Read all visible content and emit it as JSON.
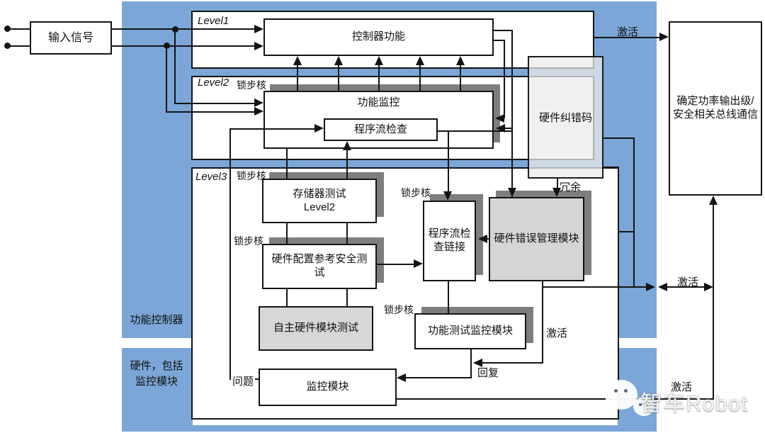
{
  "watermark": {
    "text": "智车Robot"
  },
  "colors": {
    "blue": "#7BA6D7",
    "shadow_gray": "#7E7E7E",
    "box_gray": "#D7D7D7",
    "ecc_fill": "#E9EBE9",
    "line": "#141414"
  },
  "regions": {
    "function_controller": "功能控制器",
    "hardware_line1": "硬件，包括",
    "hardware_line2": "监控模块"
  },
  "levels": {
    "l1": "Level1",
    "l2": "Level2",
    "l3": "Level3"
  },
  "common": {
    "lockstep": "锁步核",
    "activate": "激活"
  },
  "boxes": {
    "input_signal": "输入信号",
    "controller_function": "控制器功能",
    "function_monitoring": "功能监控",
    "program_flow_check": "程序流检查",
    "memory_test_line1": "存储器测试",
    "memory_test_line2": "Level2",
    "hw_config_line1": "硬件配置参考安全测",
    "hw_config_line2": "试",
    "auto_hw_test": "自主硬件模块测试",
    "pf_check_link_line1": "程序流检",
    "pf_check_link_line2": "查链接",
    "hw_error_mgmt": "硬件错误管理模块",
    "func_test_monitor": "功能测试监控模块",
    "monitor_module": "监控模块",
    "hw_ecc": "硬件纠错码",
    "power_stage_line1": "确定功率输出级/",
    "power_stage_line2": "安全相关总线通信"
  },
  "edge_labels": {
    "redundancy": "冗余",
    "reply": "回复",
    "problem": "问题"
  }
}
